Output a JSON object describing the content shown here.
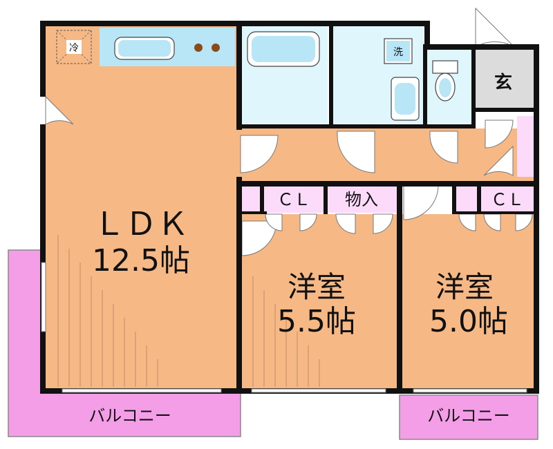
{
  "colors": {
    "room_floor": "#f6b985",
    "balcony": "#f59ee8",
    "wet_area": "#def6fc",
    "entrance": "#dcdcdc",
    "closet": "#fcdafa",
    "wall": "#111111",
    "fixture": "#b9e6f7",
    "hallway": "#f6b985"
  },
  "icons": {
    "fridge": "fridge-icon",
    "stove": "stove-icon",
    "sink": "sink-icon",
    "bathtub": "bathtub-icon",
    "toilet": "toilet-icon",
    "washer": "washer-icon"
  },
  "rooms": {
    "ldk": {
      "name": "ＬＤＫ",
      "size": "12.5帖"
    },
    "western1": {
      "name": "洋室",
      "size": "5.5帖"
    },
    "western2": {
      "name": "洋室",
      "size": "5.0帖"
    }
  },
  "labels": {
    "fridge": "冷",
    "washer": "洗",
    "entrance": "玄",
    "closet1": "ＣＬ",
    "storage": "物入",
    "closet2": "ＣＬ",
    "balcony_left": "バルコニー",
    "balcony_right": "バルコニー"
  }
}
